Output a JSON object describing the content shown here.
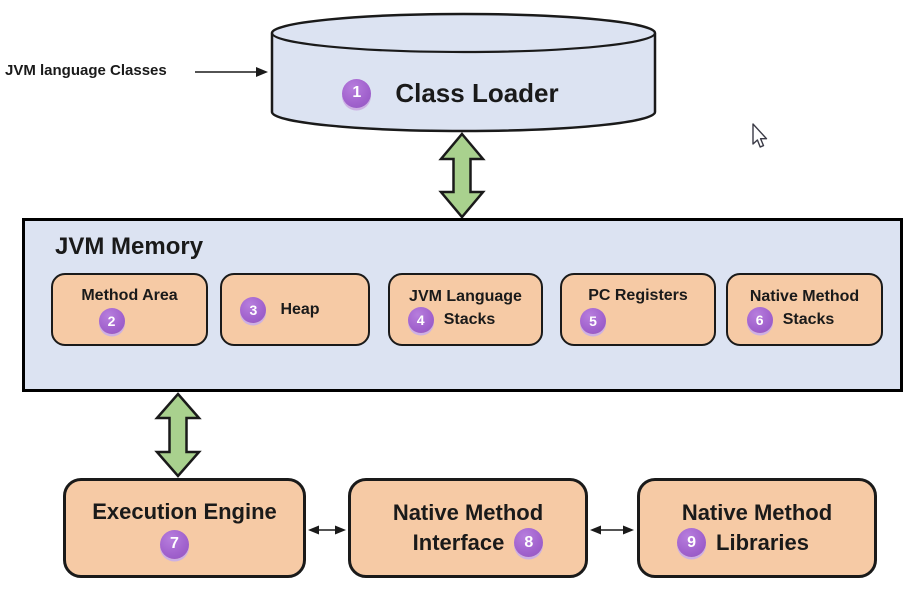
{
  "colors": {
    "background": "#ffffff",
    "container_fill": "#dce3f2",
    "node_fill": "#f6caa5",
    "node_border": "#1a1a1a",
    "badge_fill": "#a263ce",
    "badge_rim": "#cdb0e3",
    "badge_text": "#ffffff",
    "arrow_green": "#a9d18e",
    "text": "#1a1a1a"
  },
  "input": {
    "label": "JVM language Classes"
  },
  "class_loader": {
    "badge": "1",
    "label": "Class Loader"
  },
  "jvm_memory": {
    "title": "JVM Memory",
    "method_area": {
      "badge": "2",
      "label": "Method Area"
    },
    "heap": {
      "badge": "3",
      "label": "Heap"
    },
    "jvm_language_stacks": {
      "badge": "4",
      "line1": "JVM Language",
      "line2": "Stacks"
    },
    "pc_registers": {
      "badge": "5",
      "label": "PC Registers"
    },
    "native_method_stacks": {
      "badge": "6",
      "line1": "Native Method",
      "line2": "Stacks"
    }
  },
  "execution_engine": {
    "badge": "7",
    "label": "Execution Engine"
  },
  "native_method_interface": {
    "badge": "8",
    "line1": "Native Method",
    "line2": "Interface"
  },
  "native_method_libraries": {
    "badge": "9",
    "line1": "Native Method",
    "line2": "Libraries"
  }
}
